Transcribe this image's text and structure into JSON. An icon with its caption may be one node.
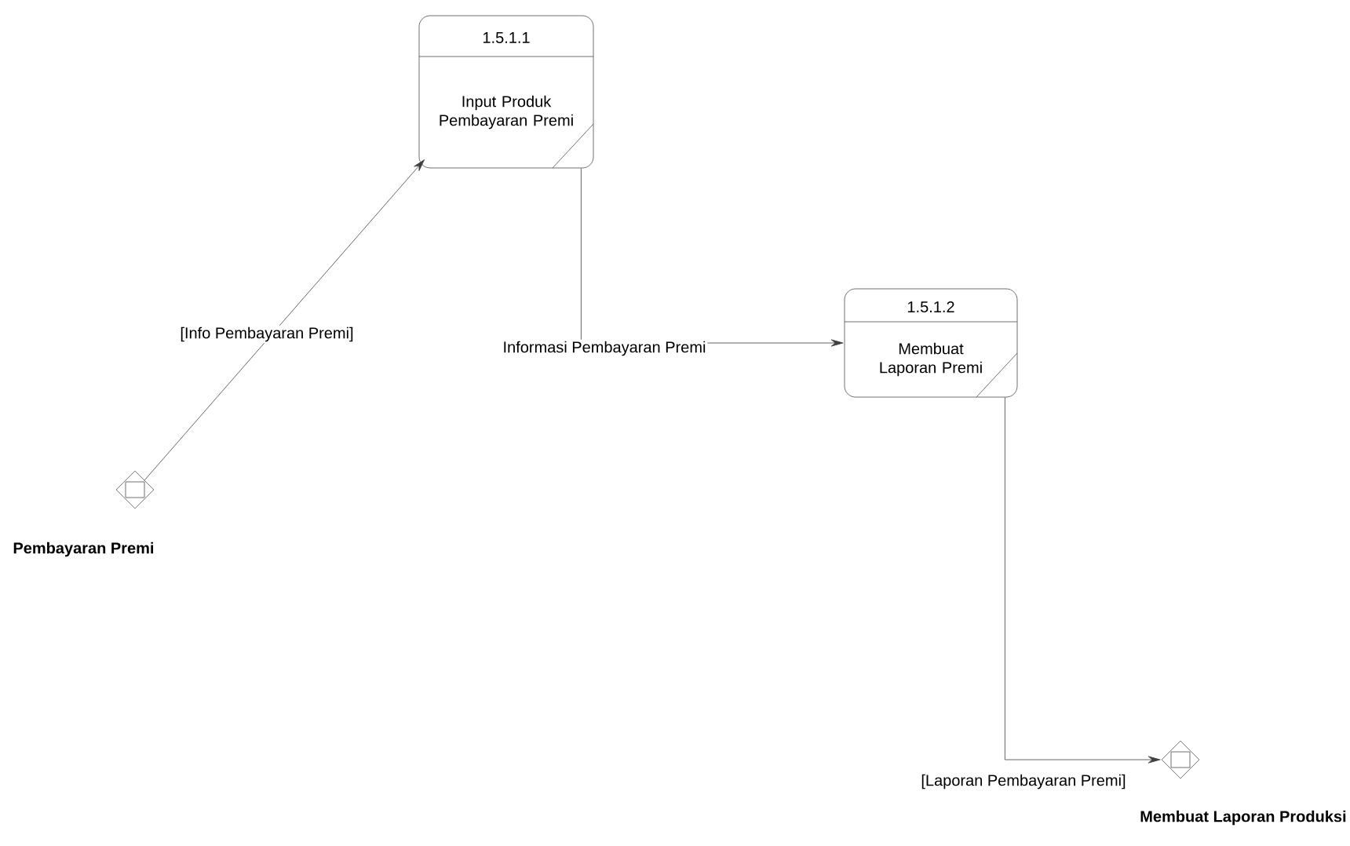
{
  "diagram": {
    "nodes": [
      {
        "text": [
          "1.5.1.1",
          "Input Produk Pembayaran Premi"
        ]
      },
      {
        "text": [
          "1.5.1.2",
          "Membuat Laporan Premi"
        ]
      },
      {
        "text": [
          "Pembayaran Premi"
        ]
      },
      {
        "text": [
          "Membuat Laporan Produksi"
        ]
      }
    ],
    "edges": [
      {
        "from": 2,
        "to": 0,
        "arrow": "to",
        "label": "[Info Pembayaran Premi]"
      },
      {
        "from": 0,
        "to": 1,
        "arrow": "to",
        "label": "Informasi Pembayaran Premi"
      },
      {
        "from": 1,
        "to": 3,
        "arrow": "to",
        "label": "[Laporan Pembayaran Premi]"
      }
    ]
  }
}
